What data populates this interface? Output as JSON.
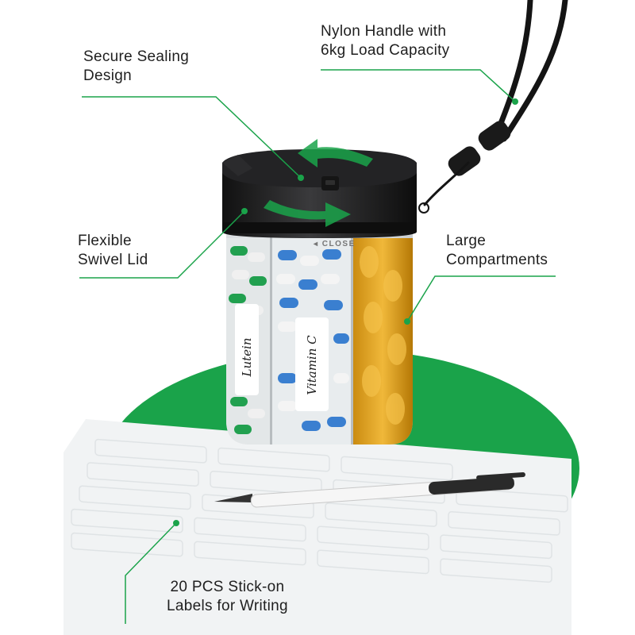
{
  "callouts": {
    "sealing": {
      "line1": "Secure Sealing",
      "line2": "Design"
    },
    "handle": {
      "line1": "Nylon Handle with",
      "line2": "6kg Load Capacity"
    },
    "swivel": {
      "line1": "Flexible",
      "line2": "Swivel Lid"
    },
    "compartments": {
      "line1": "Large",
      "line2": "Compartments"
    },
    "labels": {
      "line1": "20 PCS Stick-on",
      "line2": "Labels for Writing"
    }
  },
  "product": {
    "lid_marking": "◂ CLOSE",
    "jar_labels": [
      "Lutein",
      "Vitamin C"
    ]
  },
  "colors": {
    "accent_green": "#1aa34a",
    "lid_black": "#1d1d1f",
    "capsule_blue": "#3a7fd0",
    "softgel_amber": "#e0a21a"
  }
}
